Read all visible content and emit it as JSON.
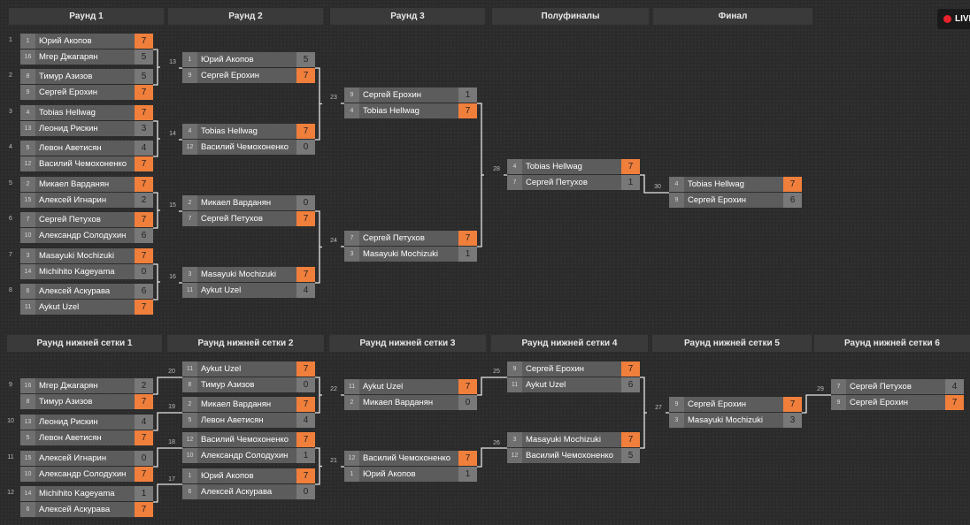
{
  "live_label": "LIVE",
  "upper_headers": [
    "Раунд 1",
    "Раунд 2",
    "Раунд 3",
    "Полуфиналы",
    "Финал"
  ],
  "lower_headers": [
    "Раунд нижней сетки 1",
    "Раунд нижней сетки 2",
    "Раунд нижней сетки 3",
    "Раунд нижней сетки 4",
    "Раунд нижней сетки 5",
    "Раунд нижней сетки 6"
  ],
  "matches": [
    {
      "id": "u1-1",
      "labels": [
        "1",
        ""
      ],
      "p": [
        {
          "seed": "1",
          "name": "Юрий Акопов",
          "score": "7",
          "win": true
        },
        {
          "seed": "16",
          "name": "Мгер Джагарян",
          "score": "5",
          "win": false
        }
      ]
    },
    {
      "id": "u1-2",
      "labels": [
        "2",
        ""
      ],
      "p": [
        {
          "seed": "8",
          "name": "Тимур Азизов",
          "score": "5",
          "win": false
        },
        {
          "seed": "9",
          "name": "Сергей Ерохин",
          "score": "7",
          "win": true
        }
      ]
    },
    {
      "id": "u1-3",
      "labels": [
        "3",
        ""
      ],
      "p": [
        {
          "seed": "4",
          "name": "Tobias Hellwag",
          "score": "7",
          "win": true
        },
        {
          "seed": "13",
          "name": "Леонид Рискин",
          "score": "3",
          "win": false
        }
      ]
    },
    {
      "id": "u1-4",
      "labels": [
        "4",
        ""
      ],
      "p": [
        {
          "seed": "5",
          "name": "Левон Аветисян",
          "score": "4",
          "win": false
        },
        {
          "seed": "12",
          "name": "Василий Чемохоненко",
          "score": "7",
          "win": true
        }
      ]
    },
    {
      "id": "u1-5",
      "labels": [
        "5",
        ""
      ],
      "p": [
        {
          "seed": "2",
          "name": "Микаел Варданян",
          "score": "7",
          "win": true
        },
        {
          "seed": "15",
          "name": "Алексей Игнарин",
          "score": "2",
          "win": false
        }
      ]
    },
    {
      "id": "u1-6",
      "labels": [
        "6",
        ""
      ],
      "p": [
        {
          "seed": "7",
          "name": "Сергей Петухов",
          "score": "7",
          "win": true
        },
        {
          "seed": "10",
          "name": "Александр Солодухин",
          "score": "6",
          "win": false
        }
      ]
    },
    {
      "id": "u1-7",
      "labels": [
        "7",
        ""
      ],
      "p": [
        {
          "seed": "3",
          "name": "Masayuki Mochizuki",
          "score": "7",
          "win": true
        },
        {
          "seed": "14",
          "name": "Michihito Kageyama",
          "score": "0",
          "win": false
        }
      ]
    },
    {
      "id": "u1-8",
      "labels": [
        "8",
        ""
      ],
      "p": [
        {
          "seed": "6",
          "name": "Алексей Аскурава",
          "score": "6",
          "win": false
        },
        {
          "seed": "11",
          "name": "Aykut Uzel",
          "score": "7",
          "win": true
        }
      ]
    },
    {
      "id": "u2-1",
      "p": [
        {
          "seed": "1",
          "name": "Юрий Акопов",
          "score": "5",
          "win": false
        },
        {
          "seed": "9",
          "name": "Сергей Ерохин",
          "score": "7",
          "win": true
        }
      ]
    },
    {
      "id": "u2-2",
      "p": [
        {
          "seed": "4",
          "name": "Tobias Hellwag",
          "score": "7",
          "win": true
        },
        {
          "seed": "12",
          "name": "Василий Чемохоненко",
          "score": "0",
          "win": false
        }
      ]
    },
    {
      "id": "u2-3",
      "p": [
        {
          "seed": "2",
          "name": "Микаел Варданян",
          "score": "0",
          "win": false
        },
        {
          "seed": "7",
          "name": "Сергей Петухов",
          "score": "7",
          "win": true
        }
      ]
    },
    {
      "id": "u2-4",
      "p": [
        {
          "seed": "3",
          "name": "Masayuki Mochizuki",
          "score": "7",
          "win": true
        },
        {
          "seed": "11",
          "name": "Aykut Uzel",
          "score": "4",
          "win": false
        }
      ]
    },
    {
      "id": "u3-1",
      "p": [
        {
          "seed": "9",
          "name": "Сергей Ерохин",
          "score": "1",
          "win": false
        },
        {
          "seed": "4",
          "name": "Tobias Hellwag",
          "score": "7",
          "win": true
        }
      ]
    },
    {
      "id": "u3-2",
      "p": [
        {
          "seed": "7",
          "name": "Сергей Петухов",
          "score": "7",
          "win": true
        },
        {
          "seed": "3",
          "name": "Masayuki Mochizuki",
          "score": "1",
          "win": false
        }
      ]
    },
    {
      "id": "sf",
      "p": [
        {
          "seed": "4",
          "name": "Tobias Hellwag",
          "score": "7",
          "win": true
        },
        {
          "seed": "7",
          "name": "Сергей Петухов",
          "score": "1",
          "win": false
        }
      ]
    },
    {
      "id": "f",
      "p": [
        {
          "seed": "4",
          "name": "Tobias Hellwag",
          "score": "7",
          "win": true
        },
        {
          "seed": "9",
          "name": "Сергей Ерохин",
          "score": "6",
          "win": false
        }
      ]
    },
    {
      "id": "l1-1",
      "labels": [
        "9",
        ""
      ],
      "p": [
        {
          "seed": "16",
          "name": "Мгер Джагарян",
          "score": "2",
          "win": false
        },
        {
          "seed": "8",
          "name": "Тимур Азизов",
          "score": "7",
          "win": true
        }
      ]
    },
    {
      "id": "l1-2",
      "labels": [
        "10",
        ""
      ],
      "p": [
        {
          "seed": "13",
          "name": "Леонид Рискин",
          "score": "4",
          "win": false
        },
        {
          "seed": "5",
          "name": "Левон Аветисян",
          "score": "7",
          "win": true
        }
      ]
    },
    {
      "id": "l1-3",
      "labels": [
        "11",
        ""
      ],
      "p": [
        {
          "seed": "15",
          "name": "Алексей Игнарин",
          "score": "0",
          "win": false
        },
        {
          "seed": "10",
          "name": "Александр Солодухин",
          "score": "7",
          "win": true
        }
      ]
    },
    {
      "id": "l1-4",
      "labels": [
        "12",
        ""
      ],
      "p": [
        {
          "seed": "14",
          "name": "Michihito Kageyama",
          "score": "1",
          "win": false
        },
        {
          "seed": "6",
          "name": "Алексей Аскурава",
          "score": "7",
          "win": true
        }
      ]
    },
    {
      "id": "l2-1",
      "p": [
        {
          "seed": "11",
          "name": "Aykut Uzel",
          "score": "7",
          "win": true
        },
        {
          "seed": "8",
          "name": "Тимур Азизов",
          "score": "0",
          "win": false
        }
      ]
    },
    {
      "id": "l2-2",
      "p": [
        {
          "seed": "2",
          "name": "Микаел Варданян",
          "score": "7",
          "win": true
        },
        {
          "seed": "5",
          "name": "Левон Аветисян",
          "score": "4",
          "win": false
        }
      ]
    },
    {
      "id": "l2-3",
      "p": [
        {
          "seed": "12",
          "name": "Василий Чемохоненко",
          "score": "7",
          "win": true
        },
        {
          "seed": "10",
          "name": "Александр Солодухин",
          "score": "1",
          "win": false
        }
      ]
    },
    {
      "id": "l2-4",
      "p": [
        {
          "seed": "1",
          "name": "Юрий Акопов",
          "score": "7",
          "win": true
        },
        {
          "seed": "6",
          "name": "Алексей Аскурава",
          "score": "0",
          "win": false
        }
      ]
    },
    {
      "id": "l3-1",
      "p": [
        {
          "seed": "11",
          "name": "Aykut Uzel",
          "score": "7",
          "win": true
        },
        {
          "seed": "2",
          "name": "Микаел Варданян",
          "score": "0",
          "win": false
        }
      ]
    },
    {
      "id": "l3-2",
      "p": [
        {
          "seed": "12",
          "name": "Василий Чемохоненко",
          "score": "7",
          "win": true
        },
        {
          "seed": "1",
          "name": "Юрий Акопов",
          "score": "1",
          "win": false
        }
      ]
    },
    {
      "id": "l4-1",
      "p": [
        {
          "seed": "9",
          "name": "Сергей Ерохин",
          "score": "7",
          "win": true
        },
        {
          "seed": "11",
          "name": "Aykut Uzel",
          "score": "6",
          "win": false
        }
      ]
    },
    {
      "id": "l4-2",
      "p": [
        {
          "seed": "3",
          "name": "Masayuki Mochizuki",
          "score": "7",
          "win": true
        },
        {
          "seed": "12",
          "name": "Василий Чемохоненко",
          "score": "5",
          "win": false
        }
      ]
    },
    {
      "id": "l5",
      "p": [
        {
          "seed": "9",
          "name": "Сергей Ерохин",
          "score": "7",
          "win": true
        },
        {
          "seed": "3",
          "name": "Masayuki Mochizuki",
          "score": "3",
          "win": false
        }
      ]
    },
    {
      "id": "l6",
      "p": [
        {
          "seed": "7",
          "name": "Сергей Петухов",
          "score": "4",
          "win": false
        },
        {
          "seed": "9",
          "name": "Сергей Ерохин",
          "score": "7",
          "win": true
        }
      ]
    }
  ],
  "connectors": [
    {
      "label": "13"
    },
    {
      "label": "14"
    },
    {
      "label": "15"
    },
    {
      "label": "16"
    },
    {
      "label": "23"
    },
    {
      "label": "24"
    },
    {
      "label": "28"
    },
    {
      "label": "30"
    },
    {
      "label": "20"
    },
    {
      "label": "19"
    },
    {
      "label": "18"
    },
    {
      "label": "17"
    },
    {
      "label": "22"
    },
    {
      "label": "21"
    },
    {
      "label": "25"
    },
    {
      "label": "26"
    },
    {
      "label": "27"
    },
    {
      "label": "29"
    }
  ]
}
